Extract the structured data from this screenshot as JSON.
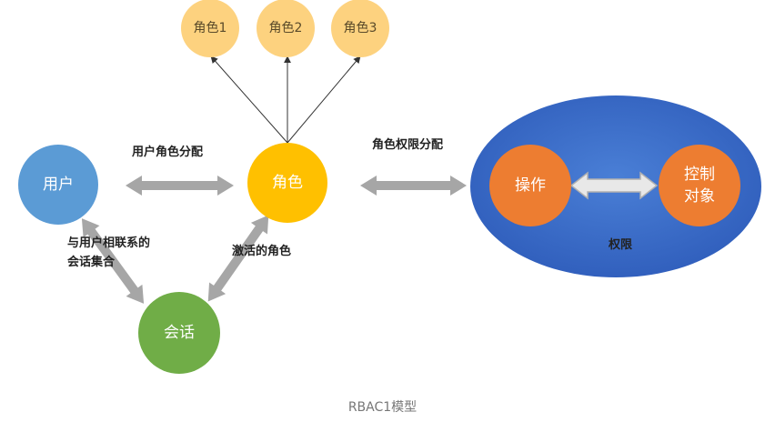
{
  "nodes": {
    "role1": "角色1",
    "role2": "角色2",
    "role3": "角色3",
    "user": "用户",
    "role": "角色",
    "session": "会话",
    "operation": "操作",
    "control_object_line1": "控制",
    "control_object_line2": "对象",
    "permission": "权限"
  },
  "edges": {
    "user_role_assignment": "用户角色分配",
    "role_permission_assignment": "角色权限分配",
    "user_session_line1": "与用户相联系的",
    "user_session_line2": "会话集合",
    "activated_roles": "激活的角色"
  },
  "caption": "RBAC1模型",
  "colors": {
    "user": "#5b9bd5",
    "role": "#ffc000",
    "sub_role": "#fdd27f",
    "session": "#70ad47",
    "permission": "#4472c4",
    "operation": "#ed7d31",
    "arrow": "#a6a6a6"
  }
}
